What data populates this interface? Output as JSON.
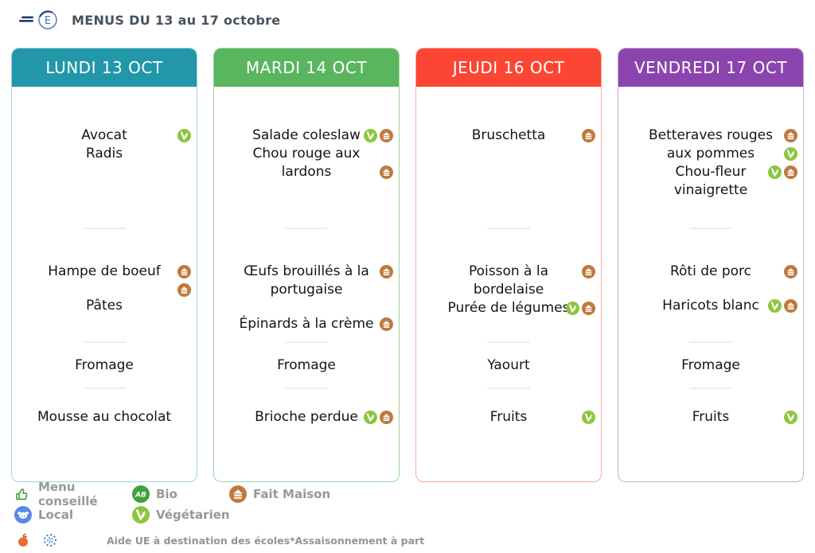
{
  "page": {
    "title": "MENUS DU 13 au 17 octobre"
  },
  "logo": {
    "letter": "E"
  },
  "icon_colors": {
    "fm": "#c0793d",
    "veg": "#8dc63f",
    "bio": "#3fa33a",
    "local": "#5b87e8",
    "menu": "#3da23d",
    "fruit": "#ed6a2f",
    "eu": "#3b7fd4"
  },
  "columns": [
    {
      "id": "lundi",
      "header": "LUNDI 13 OCT",
      "color": "#2197a9",
      "border": "#9ed3db",
      "sections": [
        {
          "dishes": [
            {
              "lines": [
                "Avocat",
                "Radis"
              ],
              "icons": [
                "veg"
              ]
            }
          ]
        },
        {
          "dishes": [
            {
              "lines": [
                "Hampe de boeuf"
              ],
              "icons": [
                "fm",
                "fm"
              ],
              "stack": true
            },
            {
              "lines": [
                "Pâtes"
              ],
              "icons": []
            }
          ]
        },
        {
          "dishes": [
            {
              "lines": [
                "Fromage"
              ],
              "icons": []
            }
          ]
        },
        {
          "dishes": [
            {
              "lines": [
                "Mousse au chocolat"
              ],
              "icons": []
            }
          ]
        }
      ]
    },
    {
      "id": "mardi",
      "header": "MARDI 14 OCT",
      "color": "#5ab55f",
      "border": "#9bd49d",
      "sections": [
        {
          "tight": true,
          "dishes": [
            {
              "lines": [
                "Salade coleslaw"
              ],
              "icons": [
                "veg",
                "fm"
              ]
            },
            {
              "lines": [
                "Chou rouge aux",
                "lardons"
              ],
              "icons": [
                "fm"
              ],
              "icon_line": 1
            }
          ]
        },
        {
          "dishes": [
            {
              "lines": [
                "Œufs brouillés à la",
                "portugaise"
              ],
              "icons": [
                "fm"
              ]
            },
            {
              "lines": [
                "Épinards à la crème"
              ],
              "icons": [
                "fm"
              ]
            }
          ]
        },
        {
          "dishes": [
            {
              "lines": [
                "Fromage"
              ],
              "icons": []
            }
          ]
        },
        {
          "dishes": [
            {
              "lines": [
                "Brioche perdue"
              ],
              "icons": [
                "veg",
                "fm"
              ]
            }
          ]
        }
      ]
    },
    {
      "id": "jeudi",
      "header": "JEUDI 16 OCT",
      "color": "#fb4634",
      "border": "#f9a896",
      "sections": [
        {
          "dishes": [
            {
              "lines": [
                "Bruschetta"
              ],
              "icons": [
                "fm"
              ]
            }
          ]
        },
        {
          "tight": true,
          "dishes": [
            {
              "lines": [
                "Poisson à la",
                "bordelaise"
              ],
              "icons": [
                "fm"
              ]
            },
            {
              "lines": [
                "Purée de légumes"
              ],
              "icons": [
                "veg",
                "fm"
              ]
            }
          ]
        },
        {
          "dishes": [
            {
              "lines": [
                "Yaourt"
              ],
              "icons": []
            }
          ]
        },
        {
          "dishes": [
            {
              "lines": [
                "Fruits"
              ],
              "icons": [
                "veg"
              ]
            }
          ]
        }
      ]
    },
    {
      "id": "vendredi",
      "header": "VENDREDI 17 OCT",
      "color": "#8b44ad",
      "border": "#cbabdb",
      "sections": [
        {
          "tight": true,
          "dishes": [
            {
              "lines": [
                "Betteraves rouges",
                "aux pommes"
              ],
              "icons": [
                "fm",
                "veg"
              ],
              "stack": true
            },
            {
              "lines": [
                "Chou-fleur",
                "vinaigrette"
              ],
              "icons": [
                "veg",
                "fm"
              ]
            }
          ]
        },
        {
          "dishes": [
            {
              "lines": [
                "Rôti de porc"
              ],
              "icons": [
                "fm"
              ]
            },
            {
              "lines": [
                "Haricots blanc"
              ],
              "icons": [
                "veg",
                "fm"
              ]
            }
          ]
        },
        {
          "dishes": [
            {
              "lines": [
                "Fromage"
              ],
              "icons": []
            }
          ]
        },
        {
          "dishes": [
            {
              "lines": [
                "Fruits"
              ],
              "icons": [
                "veg"
              ]
            }
          ]
        }
      ]
    }
  ],
  "legend": {
    "items": [
      {
        "type": "menu",
        "label": "Menu conseillé"
      },
      {
        "type": "bio",
        "label": "Bio"
      },
      {
        "type": "fm",
        "label": "Fait Maison"
      },
      {
        "type": "local",
        "label": "Local"
      },
      {
        "type": "veg",
        "label": "Végétarien"
      }
    ],
    "footnote": "Aide UE à destination des écoles*Assaisonnement à part"
  }
}
